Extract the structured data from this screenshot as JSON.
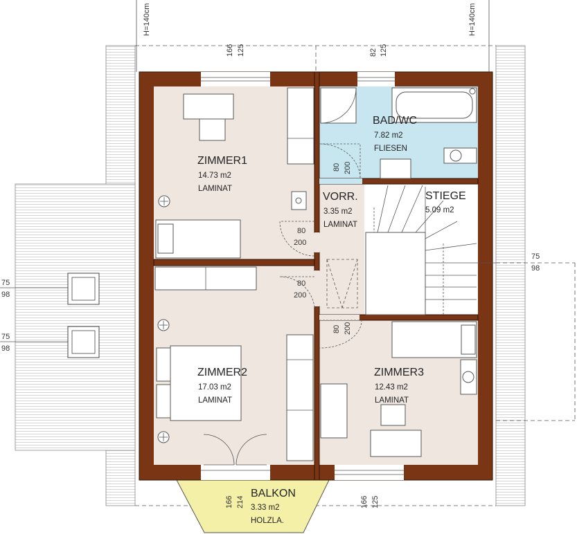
{
  "rooms": {
    "zimmer1": {
      "name": "ZIMMER1",
      "area": "14.73 m2",
      "floor": "LAMINAT"
    },
    "zimmer2": {
      "name": "ZIMMER2",
      "area": "17.03 m2",
      "floor": "LAMINAT"
    },
    "zimmer3": {
      "name": "ZIMMER3",
      "area": "12.43 m2",
      "floor": "LAMINAT"
    },
    "bad": {
      "name": "BAD/WC",
      "area": "7.82 m2",
      "floor": "FLIESEN"
    },
    "vorr": {
      "name": "VORR.",
      "area": "3.35 m2",
      "floor": "LAMINAT"
    },
    "stiege": {
      "name": "STIEGE",
      "area": "5.09 m2"
    },
    "balkon": {
      "name": "BALKON",
      "area": "3.33 m2",
      "floor": "HOLZLA."
    }
  },
  "dimensions": {
    "window_height": "H=140cm",
    "w166": "166",
    "w125": "125",
    "w82": "82",
    "w214": "214",
    "d80": "80",
    "d200": "200",
    "s75": "75",
    "s98": "98"
  },
  "colors": {
    "wall": "#7a3514",
    "room_floor": "#efe6df",
    "bath_floor": "#c8e6f0",
    "balcony": "#f4f0a8"
  }
}
